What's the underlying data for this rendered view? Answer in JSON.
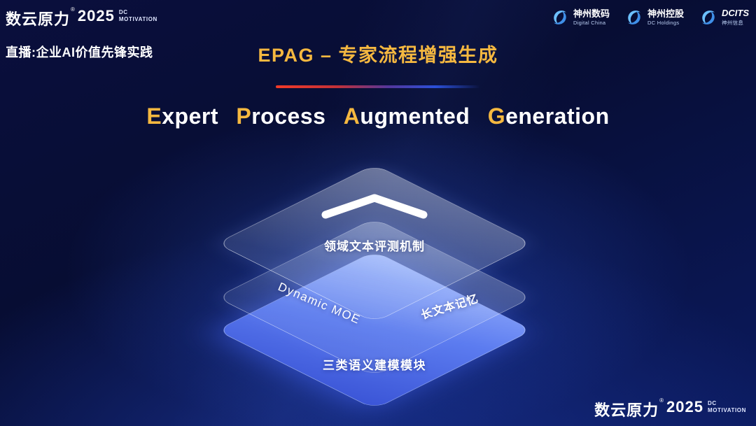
{
  "colors": {
    "accent_gold": "#f5b840",
    "divider_red": "#f23a28",
    "divider_blue": "#2b50d8",
    "layer_blue": "#5c7cf0",
    "background_navy": "#0a0f3d",
    "logo_blue": "#55aef5"
  },
  "header": {
    "brand": {
      "name": "数云原力",
      "reg": "®",
      "year": "2025",
      "tag_line1": "DC",
      "tag_line2": "MOTIVATION"
    },
    "live_label": "直播:企业AI价值先锋实践",
    "title": "EPAG – 专家流程增强生成",
    "logos": [
      {
        "name": "神州数码",
        "sub": "Digital China"
      },
      {
        "name": "神州控股",
        "sub": "DC Holdings"
      },
      {
        "name": "DCITS",
        "sub": "神州信息"
      }
    ]
  },
  "main": {
    "heading": {
      "words": [
        {
          "initial": "E",
          "rest": "xpert"
        },
        {
          "initial": "P",
          "rest": "rocess"
        },
        {
          "initial": "A",
          "rest": "ugmented"
        },
        {
          "initial": "G",
          "rest": "eneration"
        }
      ]
    },
    "diagram": {
      "top_layer_label": "领域文本评测机制",
      "middle_left_label": "Dynamic MOE",
      "middle_right_label": "长文本记忆",
      "bottom_layer_label": "三类语义建模模块"
    }
  },
  "footer": {
    "brand": {
      "name": "数云原力",
      "reg": "®",
      "year": "2025",
      "tag_line1": "DC",
      "tag_line2": "MOTIVATION"
    }
  }
}
